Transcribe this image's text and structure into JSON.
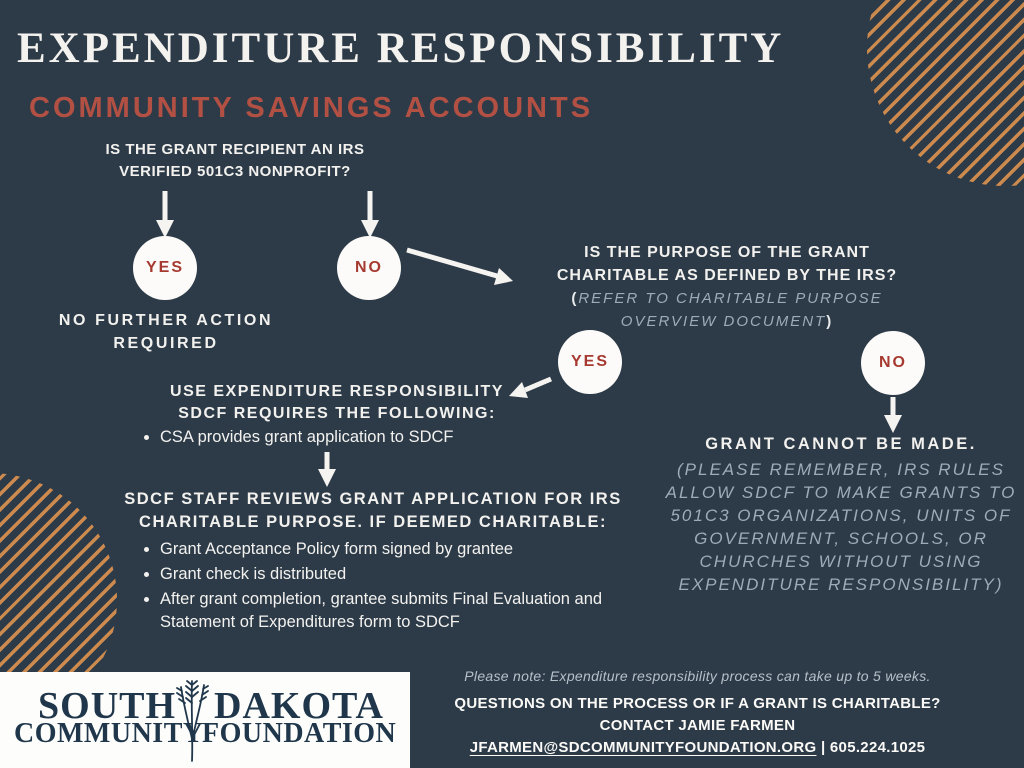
{
  "colors": {
    "background": "#2d3b49",
    "stripe_orange": "#cd8a4f",
    "rust_red": "#b25043",
    "node_text_red": "#a63a31",
    "text_white": "#f2f1ee",
    "muted_italic": "#9dacb8",
    "logo_navy": "#20374b"
  },
  "header": {
    "title": "EXPENDITURE RESPONSIBILITY",
    "subtitle": "COMMUNITY SAVINGS ACCOUNTS"
  },
  "flow": {
    "q1": {
      "line1": "IS THE GRANT RECIPIENT AN IRS",
      "line2": "VERIFIED 501C3 NONPROFIT?"
    },
    "q1_yes": "YES",
    "q1_no": "NO",
    "no_action": {
      "line1": "NO FURTHER ACTION",
      "line2": "REQUIRED"
    },
    "q2": {
      "line1": "IS THE PURPOSE OF THE GRANT",
      "line2": "CHARITABLE AS DEFINED BY THE IRS?",
      "paren_open": "(",
      "note1": "REFER TO CHARITABLE PURPOSE",
      "note2": "OVERVIEW DOCUMENT",
      "paren_close": ")"
    },
    "q2_yes": "YES",
    "q2_no": "NO",
    "use_er": {
      "line1": "USE EXPENDITURE RESPONSIBILITY",
      "line2": "SDCF REQUIRES THE FOLLOWING:"
    },
    "use_er_bullets": [
      "CSA provides grant application to SDCF"
    ],
    "review": {
      "line1": "SDCF STAFF REVIEWS GRANT APPLICATION FOR IRS",
      "line2": "CHARITABLE PURPOSE. IF DEEMED CHARITABLE:"
    },
    "review_bullets": [
      "Grant Acceptance Policy form signed by grantee",
      "Grant check is distributed",
      "After grant completion, grantee submits Final Evaluation and Statement of Expenditures form to SDCF"
    ],
    "cannot": {
      "title": "GRANT CANNOT BE MADE.",
      "lines": [
        "(PLEASE REMEMBER, IRS RULES",
        "ALLOW SDCF TO MAKE GRANTS TO",
        "501C3 ORGANIZATIONS, UNITS OF",
        "GOVERNMENT, SCHOOLS, OR",
        "CHURCHES WITHOUT USING",
        "EXPENDITURE RESPONSIBILITY)"
      ]
    }
  },
  "footer": {
    "note": "Please note: Expenditure responsibility process can take up to 5 weeks.",
    "question_line": "QUESTIONS ON THE PROCESS OR IF A GRANT IS CHARITABLE?",
    "contact_line": "CONTACT JAMIE FARMEN",
    "email": "JFARMEN@SDCOMMUNITYFOUNDATION.ORG",
    "separator": "|",
    "phone": "605.224.1025",
    "logo": {
      "line1_left": "SOUTH",
      "line1_right": "DAKOTA",
      "line2_left": "COMMUNITY",
      "line2_right": "FOUNDATION"
    }
  }
}
